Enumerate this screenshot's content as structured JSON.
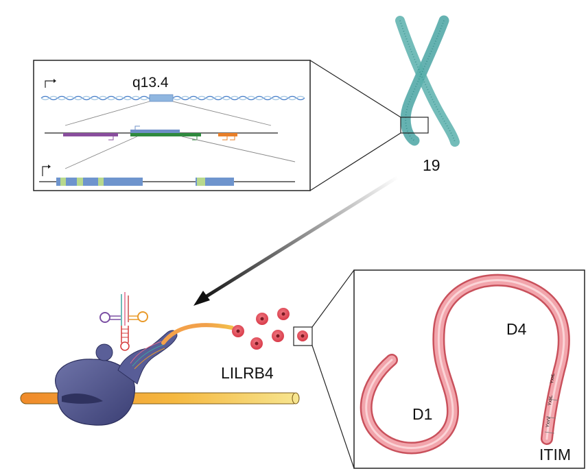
{
  "labels": {
    "locus": "q13.4",
    "chromosome": "19",
    "protein": "LILRB4",
    "domain_1": "D1",
    "domain_4": "D4",
    "motif": "ITIM",
    "itim_sequence_1": "YxxL",
    "itim_sequence_2": "YxxL",
    "itim_sequence_3": "YxxV"
  },
  "colors": {
    "chromosome": "#4aa5a3",
    "dna_strand_1": "#3f79c7",
    "dna_strand_2": "#9fc3e0",
    "q13_box": "#8fb6e0",
    "gene_purple": "#8a4e9e",
    "gene_blue": "#6e8fc7",
    "gene_green": "#2f8a3e",
    "gene_orange": "#e9802a",
    "exon_green": "#b8d98d",
    "exon_blue": "#6e94cd",
    "mrna_yellow": "#f2c33b",
    "mrna_orange": "#ea7d24",
    "ribosome": "#4a4e86",
    "protein_red": "#e5868e",
    "dot_red": "#e0535e",
    "arrow_dark": "#222222"
  },
  "icons": [
    "chromosome-icon",
    "ribosome-icon",
    "trna-icon",
    "mrna-icon",
    "protein-dot-icon"
  ]
}
